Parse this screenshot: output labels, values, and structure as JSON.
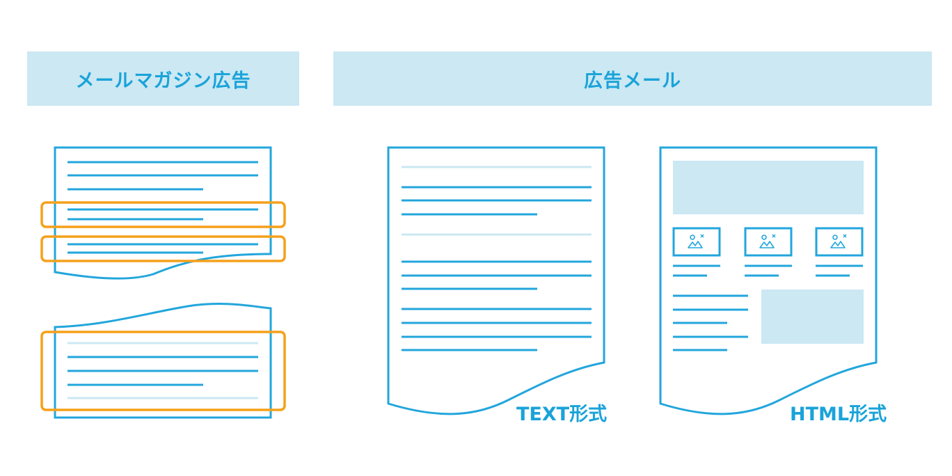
{
  "headers": {
    "mailmag_ad": "メールマガジン広告",
    "ad_mail": "広告メール"
  },
  "captions": {
    "text_format": "TEXT形式",
    "html_format": "HTML形式"
  },
  "colors": {
    "primary_blue": "#22a6dc",
    "light_blue": "#cbe8f3",
    "orange": "#f5a01a",
    "background": "#ffffff"
  },
  "icons": [
    "image-icon",
    "image-icon",
    "image-icon"
  ]
}
